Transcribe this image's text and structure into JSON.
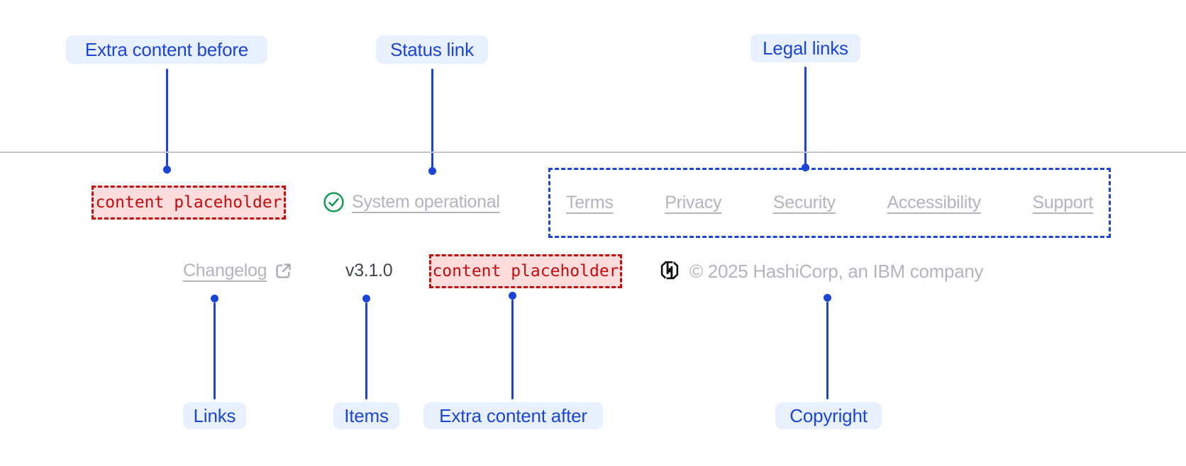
{
  "colors": {
    "accent_blue": "#1b45d6",
    "callout_pill_bg": "#e8f0fd",
    "placeholder_red": "#c40f0f",
    "placeholder_bg": "#fcdcdc",
    "status_green": "#0c9b4e",
    "muted_link_gray": "#b5b3bc",
    "divider_gray": "#c5c4cb",
    "version_text": "#43454d",
    "logo_black": "#0e0f13"
  },
  "callouts": {
    "extra_content_before": "Extra content before",
    "status_link": "Status link",
    "legal_links": "Legal links",
    "links": "Links",
    "items": "Items",
    "extra_content_after": "Extra content after",
    "copyright": "Copyright"
  },
  "footer": {
    "extra_content_before": "content placeholder",
    "status_link": "System operational",
    "status_icon": "check-circle-icon",
    "legal_links": [
      "Terms",
      "Privacy",
      "Security",
      "Accessibility",
      "Support"
    ],
    "links": [
      {
        "label": "Changelog",
        "icon": "external-link-icon"
      }
    ],
    "items": [
      "v3.1.0"
    ],
    "extra_content_after": "content placeholder",
    "logo_icon": "hashicorp-logo-icon",
    "copyright": "© 2025 HashiCorp, an IBM company"
  }
}
